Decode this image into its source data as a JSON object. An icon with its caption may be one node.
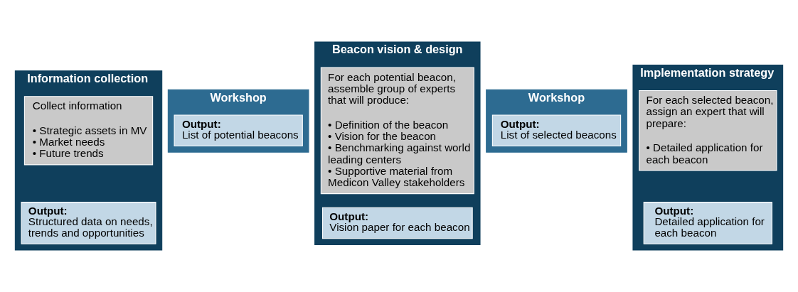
{
  "diagram": {
    "nodes": [
      {
        "text": [
          "Information collection"
        ]
      },
      {
        "text": [
          "Collect information",
          "• Strategic assets in MV",
          "• Market needs",
          "• Future trends"
        ],
        "in": 0
      },
      {
        "text": [
          "Output:",
          "Structured data on needs, trends and opportunities"
        ],
        "in": 0
      },
      {
        "text": [
          "Workshop"
        ]
      },
      {
        "text": [
          "Output:",
          "List of potential beacons"
        ],
        "in": 3
      },
      {
        "text": [
          "Beacon vision & design"
        ]
      },
      {
        "text": [
          "For each potential beacon, assemble group of experts that will produce:",
          "• Definition of the beacon",
          "• Vision for the beacon",
          "• Benchmarking against world leading centers",
          "• Supportive material from Medicon Valley stakeholders"
        ],
        "in": 5
      },
      {
        "text": [
          "Output:",
          "Vision paper for each beacon"
        ],
        "in": 5
      },
      {
        "text": [
          "Workshop"
        ]
      },
      {
        "text": [
          "Output:",
          "List of selected beacons"
        ],
        "in": 8
      },
      {
        "text": [
          "Implementation strategy"
        ]
      },
      {
        "text": [
          "For each selected beacon, assign an expert that will prepare:",
          "• Detailed application for each beacon"
        ],
        "in": 10
      },
      {
        "text": [
          "Output:",
          "Detailed application for each beacon"
        ],
        "in": 10
      }
    ],
    "edges": []
  }
}
